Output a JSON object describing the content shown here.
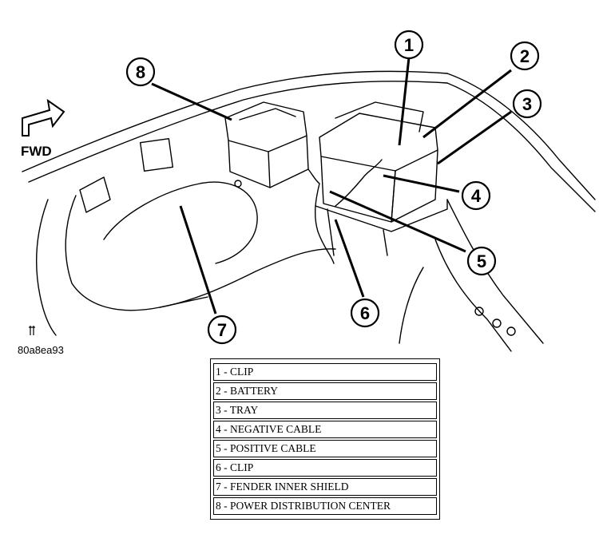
{
  "figure": {
    "direction_label": "FWD",
    "image_code": "80a8ea93"
  },
  "callouts": [
    {
      "number": "1"
    },
    {
      "number": "2"
    },
    {
      "number": "3"
    },
    {
      "number": "4"
    },
    {
      "number": "5"
    },
    {
      "number": "6"
    },
    {
      "number": "7"
    },
    {
      "number": "8"
    }
  ],
  "legend": [
    "1 - CLIP",
    "2 - BATTERY",
    "3 - TRAY",
    "4 - NEGATIVE CABLE",
    "5 - POSITIVE CABLE",
    "6 - CLIP",
    "7 - FENDER INNER SHIELD",
    "8 - POWER DISTRIBUTION CENTER"
  ]
}
